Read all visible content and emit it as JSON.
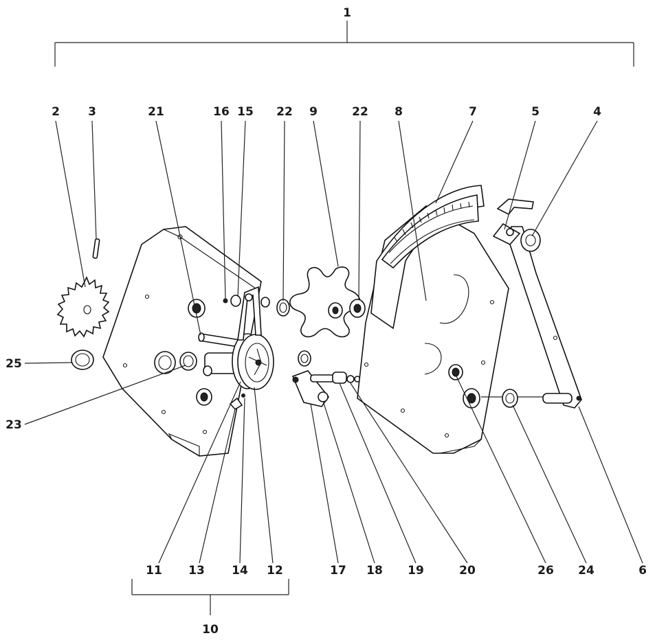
{
  "labels": {
    "l1": "1",
    "l2": "2",
    "l3": "3",
    "l4": "4",
    "l5": "5",
    "l6": "6",
    "l7": "7",
    "l8": "8",
    "l9": "9",
    "l10": "10",
    "l11": "11",
    "l12": "12",
    "l13": "13",
    "l14": "14",
    "l15": "15",
    "l16": "16",
    "l17": "17",
    "l18": "18",
    "l19": "19",
    "l20": "20",
    "l21": "21",
    "l22a": "22",
    "l22b": "22",
    "l23": "23",
    "l24": "24",
    "l25": "25",
    "l26": "26"
  },
  "colors": {
    "ink": "#111111",
    "background": "#ffffff"
  }
}
